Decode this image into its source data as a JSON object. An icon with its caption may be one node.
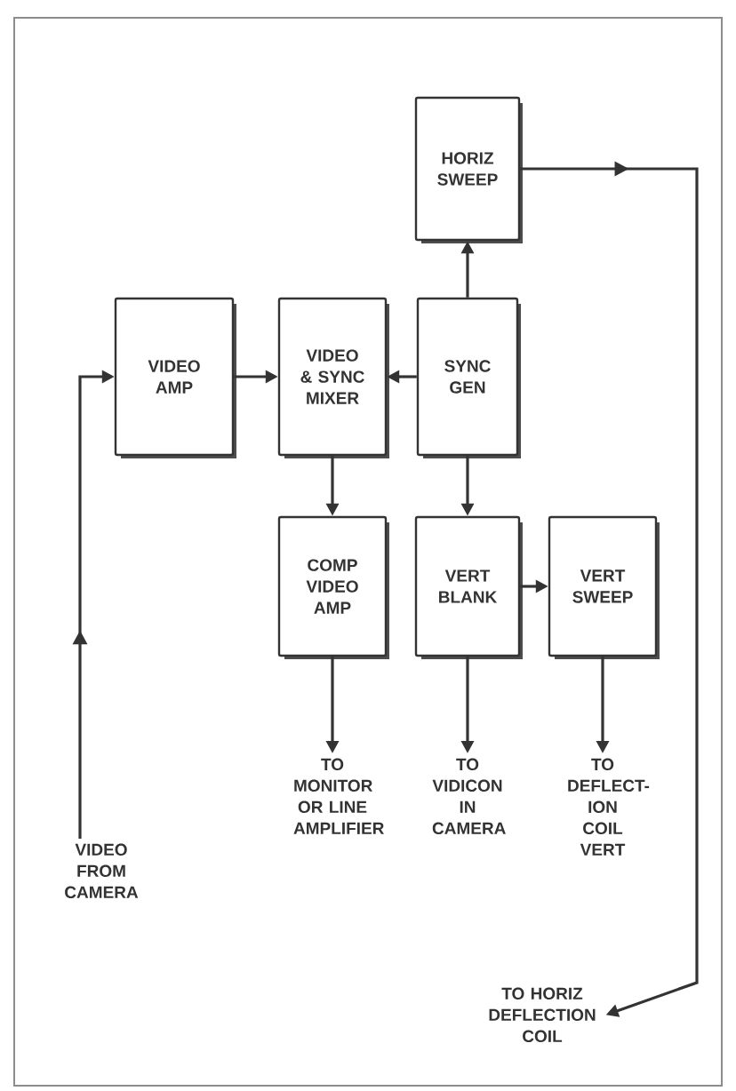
{
  "diagram": {
    "nodes": [
      {
        "text": [
          "HORIZ SWEEP"
        ]
      },
      {
        "text": [
          "VIDEO AMP"
        ]
      },
      {
        "text": [
          "VIDEO & SYNC MIXER"
        ]
      },
      {
        "text": [
          "SYNC GEN"
        ]
      },
      {
        "text": [
          "COMP VIDEO AMP"
        ]
      },
      {
        "text": [
          "VERT BLANK"
        ]
      },
      {
        "text": [
          "VERT SWEEP"
        ]
      },
      {
        "text": [
          "VIDEO FROM CAMERA"
        ]
      },
      {
        "text": [
          "TO MONITOR OR LINE AMPLIFIER"
        ]
      },
      {
        "text": [
          "TO VIDICON IN CAMERA"
        ]
      },
      {
        "text": [
          "TO DEFLECT- ION COIL VERT"
        ]
      },
      {
        "text": [
          "TO HORIZ DEFLECTION COIL"
        ]
      }
    ],
    "edges": [
      {
        "from": 7,
        "to": 1,
        "arrow": "to"
      },
      {
        "from": 1,
        "to": 2,
        "arrow": "to"
      },
      {
        "from": 3,
        "to": 2,
        "arrow": "to"
      },
      {
        "from": 3,
        "to": 0,
        "arrow": "to"
      },
      {
        "from": 3,
        "to": 5,
        "arrow": "to"
      },
      {
        "from": 2,
        "to": 4,
        "arrow": "to"
      },
      {
        "from": 5,
        "to": 6,
        "arrow": "to"
      },
      {
        "from": 4,
        "to": 8,
        "arrow": "to"
      },
      {
        "from": 5,
        "to": 9,
        "arrow": "to"
      },
      {
        "from": 6,
        "to": 10,
        "arrow": "to"
      },
      {
        "from": 0,
        "to": 11,
        "arrow": "to"
      }
    ]
  }
}
